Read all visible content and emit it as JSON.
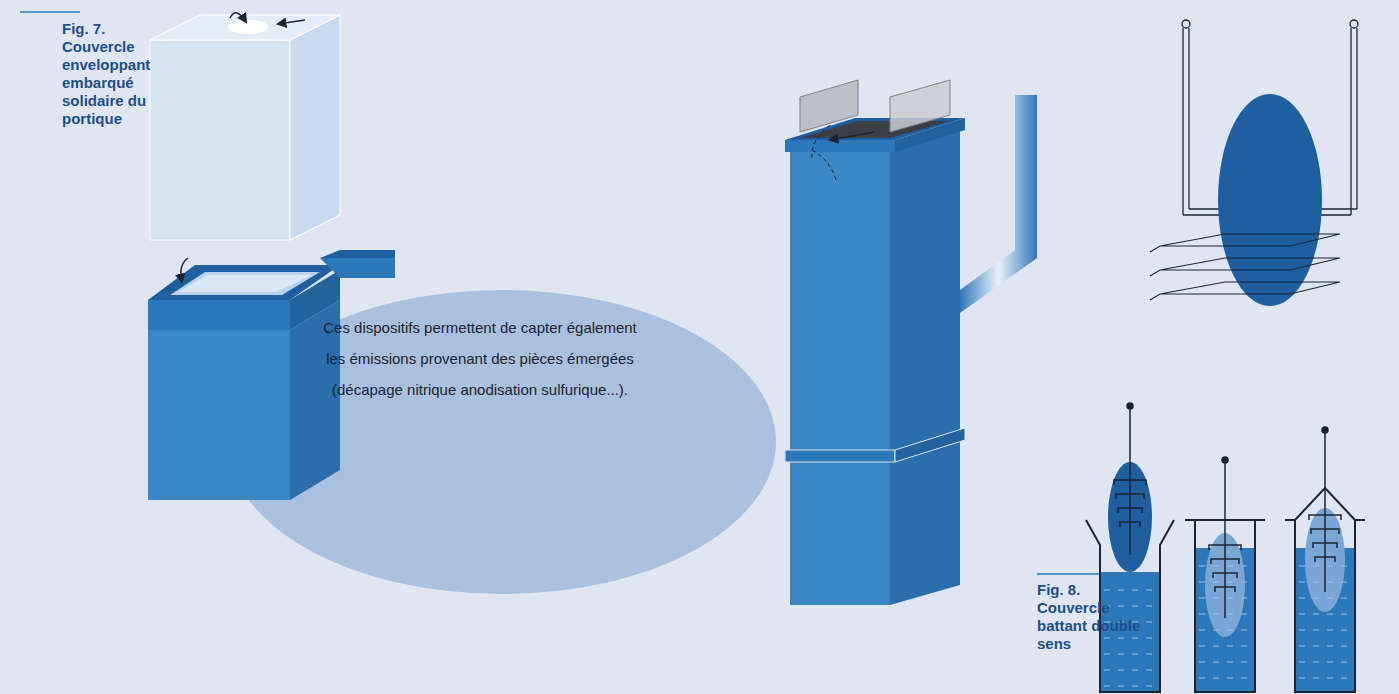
{
  "diagram": {
    "nodes": [
      {
        "text": [
          "Ces dispositifs permettent de capter également les émissions provenant des pièces émergées (décapage nitrique anodisation sulfurique...)."
        ]
      }
    ],
    "labels": [
      "Fig. 7.",
      "Couvercle enveloppant embarqué solidaire du portique",
      "Fig. 8.",
      "Couvercle battant double sens"
    ]
  }
}
